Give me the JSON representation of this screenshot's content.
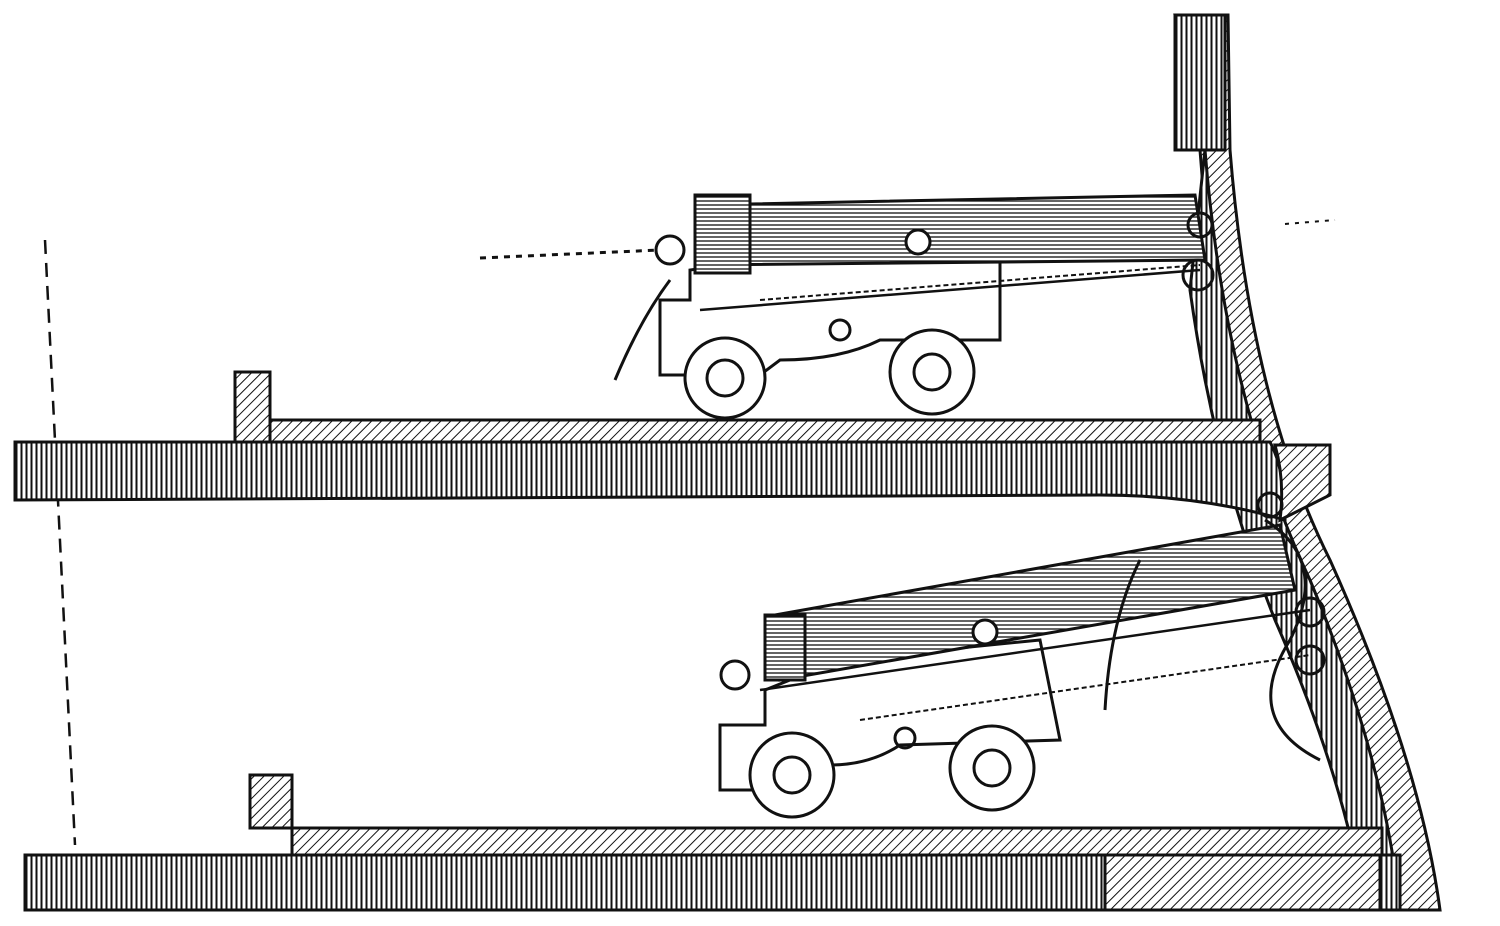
{
  "illustration": {
    "colors": {
      "ink": "#111111",
      "paper": "#ffffff"
    },
    "elements": [
      "upper-gun",
      "lower-gun",
      "upper-deck",
      "lower-deck",
      "hull-side"
    ]
  }
}
